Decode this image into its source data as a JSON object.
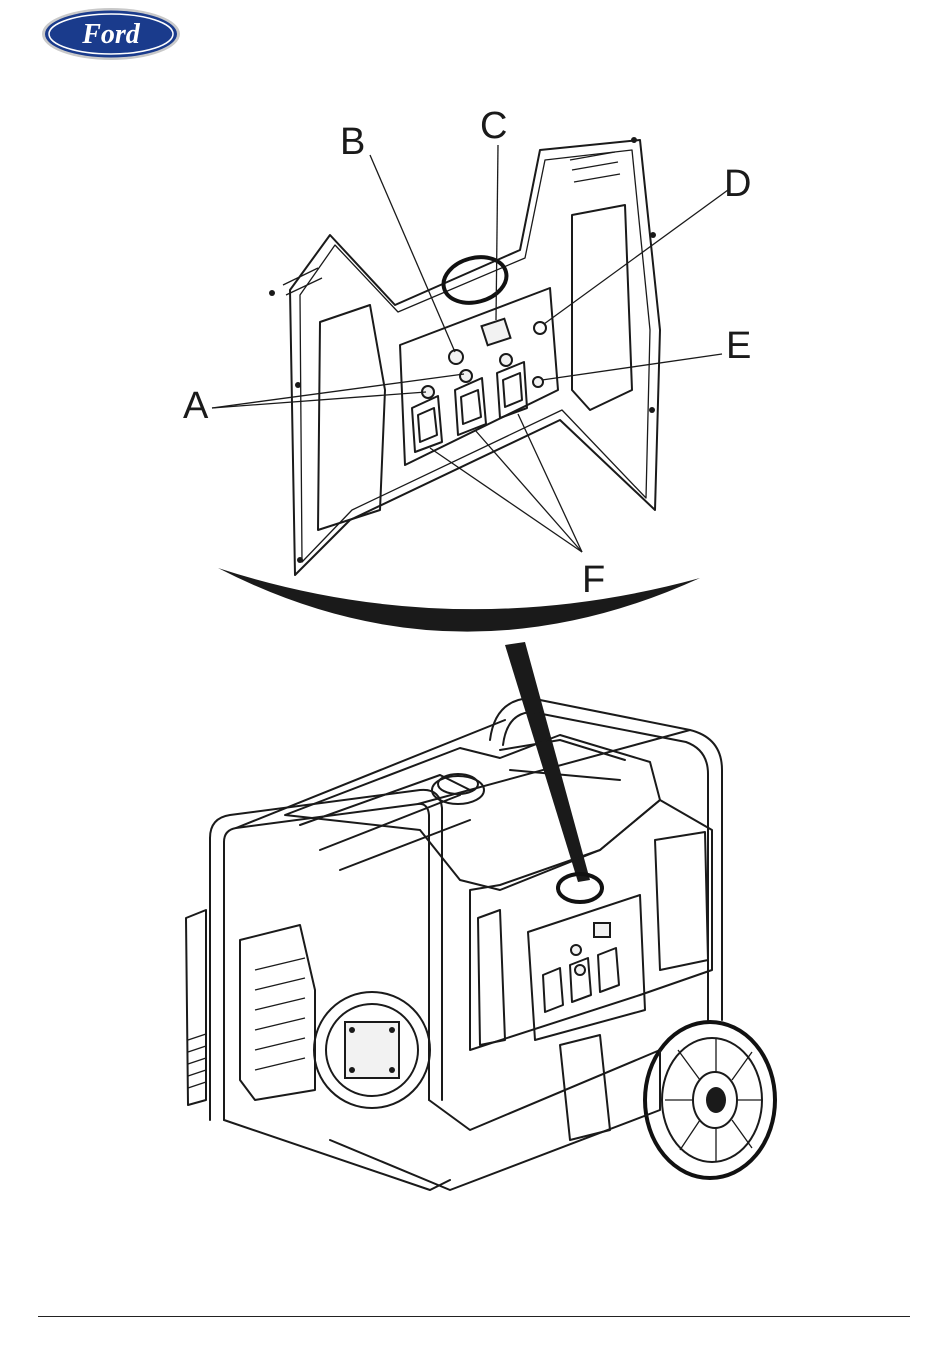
{
  "brand": {
    "logo_text": "Ford",
    "logo_color": "#1a3b8c"
  },
  "diagram": {
    "callouts": {
      "a": "A",
      "b": "B",
      "c": "C",
      "d": "D",
      "e": "E",
      "f": "F"
    }
  },
  "colors": {
    "line": "#1a1a1a",
    "background": "#ffffff"
  }
}
